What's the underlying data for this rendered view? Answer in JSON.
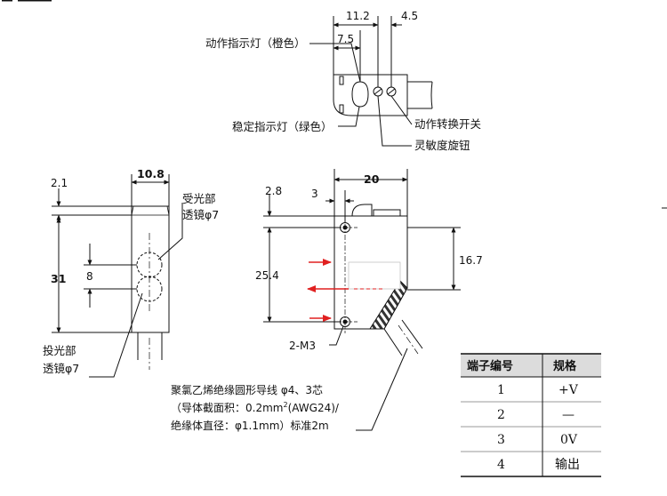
{
  "top_view": {
    "dim_11_2": "11.2",
    "dim_4_5": "4.5",
    "dim_7_5": "7.5",
    "label_action_indicator": "动作指示灯（橙色）",
    "label_stable_indicator": "稳定指示灯（绿色）",
    "label_mode_switch": "动作转换开关",
    "label_sensitivity_knob": "灵敏度旋钮"
  },
  "side_view": {
    "dim_10_8": "10.8",
    "dim_2_1": "2.1",
    "dim_31": "31",
    "dim_8": "8",
    "label_receiver_line1": "受光部",
    "label_receiver_line2": "透镜φ7",
    "label_emitter_line1": "投光部",
    "label_emitter_line2": "透镜φ7"
  },
  "front_view": {
    "dim_20": "20",
    "dim_2_8": "2.8",
    "dim_3": "3",
    "dim_25_4": "25.4",
    "dim_16_7": "16.7",
    "label_mount_holes": "2-M3"
  },
  "cable_note": {
    "line1": "聚氯乙烯绝缘圆形导线 φ4、3芯",
    "line2_pre": "（导体截面积：0.2mm",
    "line2_sup": "2",
    "line2_post": "(AWG24)/",
    "line3": "绝缘体直径：φ1.1mm）标准2m"
  },
  "terminal_table": {
    "headers": [
      "端子编号",
      "规格"
    ],
    "rows": [
      {
        "no": "1",
        "spec": "+V"
      },
      {
        "no": "2",
        "spec": "—"
      },
      {
        "no": "3",
        "spec": "0V"
      },
      {
        "no": "4",
        "spec": "输出"
      }
    ]
  },
  "colors": {
    "arrow_red": "#e02020",
    "table_header_bg": "#dcdcdc",
    "line": "#111111"
  }
}
